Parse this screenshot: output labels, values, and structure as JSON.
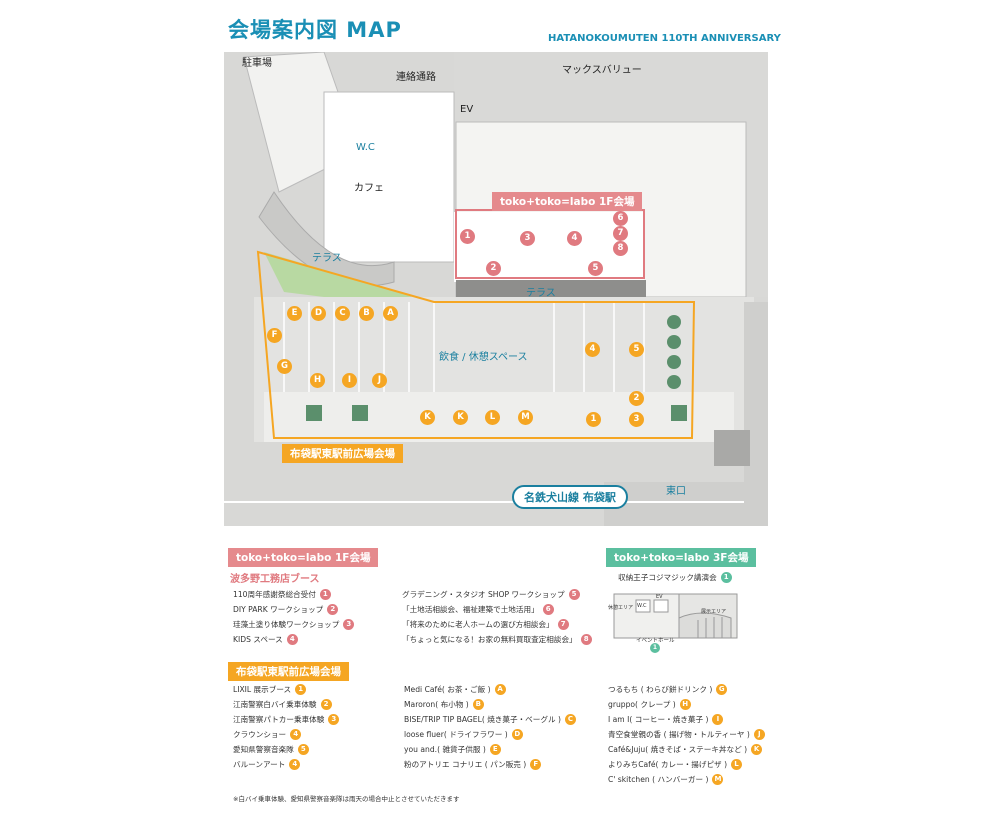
{
  "header": {
    "title": "会場案内図 MAP",
    "subtitle": "HATANOKOUMUTEN 110TH ANNIVERSARY"
  },
  "map": {
    "labels": {
      "parking": "駐車場",
      "passage": "連絡通路",
      "max_valu": "マックスバリュー",
      "ev": "EV",
      "wc": "W.C",
      "cafe": "カフェ",
      "terrace1": "テラス",
      "terrace2": "テラス",
      "food": "飲食 / 休憩スペース",
      "east_exit": "東口"
    },
    "venue_1f_label": "toko+toko=labo 1F会場",
    "plaza_label": "布袋駅東駅前広場会場",
    "station_label": "名鉄犬山線 布袋駅",
    "pink_markers": [
      "1",
      "2",
      "3",
      "4",
      "5",
      "6",
      "7",
      "8"
    ],
    "orange_markers": [
      "A",
      "B",
      "C",
      "D",
      "E",
      "F",
      "G",
      "H",
      "I",
      "J",
      "K",
      "K",
      "L",
      "M",
      "1",
      "2",
      "3",
      "4",
      "5"
    ]
  },
  "legend": {
    "floor1": {
      "header": "toko+toko=labo 1F会場",
      "section": "波多野工務店ブース",
      "left": [
        {
          "text": "110周年感謝祭総合受付",
          "n": "1"
        },
        {
          "text": "DIY PARK ワークショップ",
          "n": "2"
        },
        {
          "text": "珪藻土塗り体験ワークショップ",
          "n": "3"
        },
        {
          "text": "KIDS スペース",
          "n": "4"
        }
      ],
      "right": [
        {
          "text": "グラデニング・スタジオ SHOP ワークショップ",
          "n": "5"
        },
        {
          "text": "「土地活相談会、福祉建築で土地活用」",
          "n": "6"
        },
        {
          "text": "「将来のために老人ホームの選び方相談会」",
          "n": "7"
        },
        {
          "text": "「ちょっと気になる！お家の無料買取査定相談会」",
          "n": "8"
        }
      ]
    },
    "floor3": {
      "header": "toko+toko=labo 3F会場",
      "item": {
        "text": "収納王子コジマジック講演会",
        "n": "1"
      },
      "mini": {
        "wc": "W.C",
        "ev": "EV",
        "event_hall": "イベントホール",
        "area_left": "休憩エリア",
        "area_right": "展示エリア"
      }
    },
    "plaza": {
      "header": "布袋駅東駅前広場会場",
      "col1": [
        {
          "text": "LIXIL 展示ブース",
          "n": "1"
        },
        {
          "text": "江南警察白バイ乗車体験",
          "n": "2"
        },
        {
          "text": "江南警察パトカー乗車体験",
          "n": "3"
        },
        {
          "text": "クラウンショー",
          "n": "4"
        },
        {
          "text": "愛知県警察音楽隊",
          "n": "5"
        },
        {
          "text": "バルーンアート",
          "n": "4"
        }
      ],
      "col2": [
        {
          "text": "Medi Café( お茶・ご飯 )",
          "n": "A"
        },
        {
          "text": "Maroron( 布小物 )",
          "n": "B"
        },
        {
          "text": "BISE/TRIP TIP BAGEL( 焼き菓子・ベーグル )",
          "n": "C"
        },
        {
          "text": "loose fluer( ドライフラワー )",
          "n": "D"
        },
        {
          "text": "you and.( 雑貨子供服 )",
          "n": "E"
        },
        {
          "text": "粉のアトリエ コナリエ ( パン販売 )",
          "n": "F"
        }
      ],
      "col3": [
        {
          "text": "つるもち ( わらび餅ドリンク )",
          "n": "G"
        },
        {
          "text": "gruppo( クレープ )",
          "n": "H"
        },
        {
          "text": "I am I( コーヒー・焼き菓子 )",
          "n": "I"
        },
        {
          "text": "青空食堂親の香 ( 揚げ物・トルティーヤ )",
          "n": "J"
        },
        {
          "text": "Café&Juju( 焼きそば・ステーキ丼など )",
          "n": "K"
        },
        {
          "text": "よりみちCafé( カレー・揚げピザ )",
          "n": "L"
        },
        {
          "text": "C' skitchen ( ハンバーガー )",
          "n": "M"
        }
      ],
      "note": "※白バイ乗車体験、愛知県警察音楽隊は雨天の場合中止とさせていただきます"
    }
  }
}
